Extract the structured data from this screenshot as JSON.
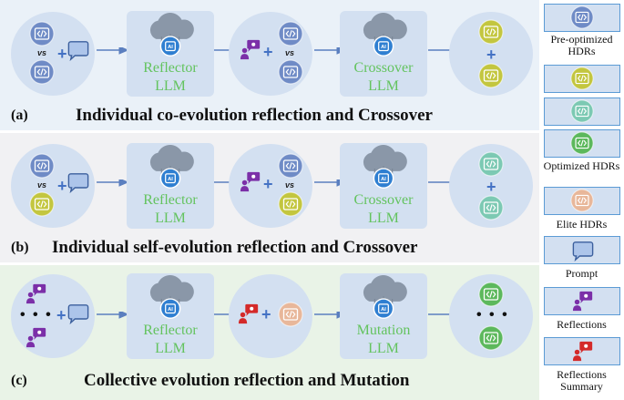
{
  "rows": [
    {
      "tag": "(a)",
      "caption": "Individual co-evolution reflection and Crossover",
      "llm1": [
        "Reflector",
        "LLM"
      ],
      "llm2": [
        "Crossover",
        "LLM"
      ]
    },
    {
      "tag": "(b)",
      "caption": "Individual self-evolution reflection  and Crossover",
      "llm1": [
        "Reflector",
        "LLM"
      ],
      "llm2": [
        "Crossover",
        "LLM"
      ]
    },
    {
      "tag": "(c)",
      "caption": "Collective evolution reflection and Mutation",
      "llm1": [
        "Reflector",
        "LLM"
      ],
      "llm2": [
        "Mutation",
        "LLM"
      ]
    }
  ],
  "symbols": {
    "vs": "vs",
    "plus": "+",
    "dots": "• • •"
  },
  "legend": [
    {
      "label": "Pre-optimized HDRs",
      "icon": "code-icon",
      "color": "#6f8bc6"
    },
    {
      "label": "",
      "icon": "code-icon",
      "color": "#c3c63f"
    },
    {
      "label": "",
      "icon": "code-icon",
      "color": "#7cc9b3"
    },
    {
      "label": "Optimized HDRs",
      "icon": "code-icon",
      "color": "#5cb85c"
    },
    {
      "label": "Elite HDRs",
      "icon": "code-icon",
      "color": "#e8b79a"
    },
    {
      "label": "Prompt",
      "icon": "prompt-icon",
      "color": "#adc5ea"
    },
    {
      "label": "Reflections",
      "icon": "reflection-icon",
      "color": "#7b2fa8"
    },
    {
      "label": "Reflections Summary",
      "icon": "reflection-summary-icon",
      "color": "#d42a2a"
    }
  ],
  "colors": {
    "blue_hdr": "#6f8bc6",
    "olive_hdr": "#c3c63f",
    "teal_hdr": "#7cc9b3",
    "green_hdr": "#5cb85c",
    "peach_hdr": "#e8b79a",
    "llm_text": "#63c35e",
    "arrow": "#5b7fbf"
  }
}
